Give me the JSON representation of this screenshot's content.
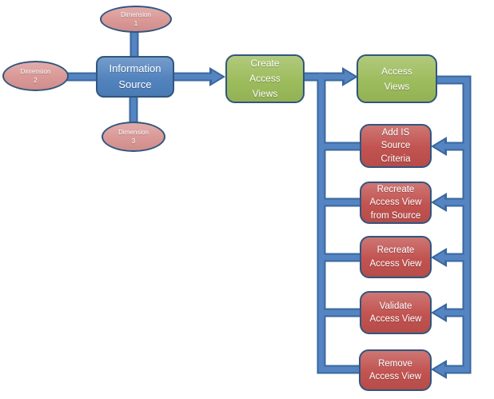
{
  "colors": {
    "node-border": "#31567e",
    "blue-fill": "#4f81bd",
    "green-fill": "#9bbb59",
    "red-fill": "#c0504d",
    "pink-fill": "#d99694",
    "connector-fill": "#5484c1",
    "connector-border": "#3a689f"
  },
  "nodes": {
    "dimension1": {
      "lines": [
        "Dimension",
        "1"
      ]
    },
    "dimension2": {
      "lines": [
        "Dimension",
        "2"
      ]
    },
    "dimension3": {
      "lines": [
        "Dimension",
        "3"
      ]
    },
    "information_source": {
      "lines": [
        "Information",
        "Source"
      ]
    },
    "create_access_views": {
      "lines": [
        "Create",
        "Access",
        "Views"
      ]
    },
    "access_views": {
      "lines": [
        "Access",
        "Views"
      ]
    },
    "add_is_source_criteria": {
      "lines": [
        "Add IS",
        "Source",
        "Criteria"
      ]
    },
    "recreate_access_view_from_source": {
      "lines": [
        "Recreate",
        "Access View",
        "from Source"
      ]
    },
    "recreate_access_view": {
      "lines": [
        "Recreate",
        "Access View"
      ]
    },
    "validate_access_view": {
      "lines": [
        "Validate",
        "Access View"
      ]
    },
    "remove_access_view": {
      "lines": [
        "Remove",
        "Access View"
      ]
    }
  },
  "edges": [
    {
      "from": "dimension1",
      "to": "information_source",
      "arrow": false
    },
    {
      "from": "dimension2",
      "to": "information_source",
      "arrow": false
    },
    {
      "from": "dimension3",
      "to": "information_source",
      "arrow": false
    },
    {
      "from": "information_source",
      "to": "create_access_views",
      "arrow": true
    },
    {
      "from": "create_access_views",
      "to": "access_views",
      "arrow": true
    },
    {
      "from": "access_views",
      "to": "add_is_source_criteria",
      "arrow": true
    },
    {
      "from": "access_views",
      "to": "recreate_access_view_from_source",
      "arrow": true
    },
    {
      "from": "access_views",
      "to": "recreate_access_view",
      "arrow": true
    },
    {
      "from": "access_views",
      "to": "validate_access_view",
      "arrow": true
    },
    {
      "from": "access_views",
      "to": "remove_access_view",
      "arrow": true
    },
    {
      "from": "add_is_source_criteria",
      "to": "access_views",
      "arrow": false,
      "via": "left-return-trunk"
    },
    {
      "from": "recreate_access_view_from_source",
      "to": "access_views",
      "arrow": false,
      "via": "left-return-trunk"
    },
    {
      "from": "recreate_access_view",
      "to": "access_views",
      "arrow": false,
      "via": "left-return-trunk"
    },
    {
      "from": "validate_access_view",
      "to": "access_views",
      "arrow": false,
      "via": "left-return-trunk"
    },
    {
      "from": "remove_access_view",
      "to": "access_views",
      "arrow": false,
      "via": "left-return-trunk"
    }
  ]
}
